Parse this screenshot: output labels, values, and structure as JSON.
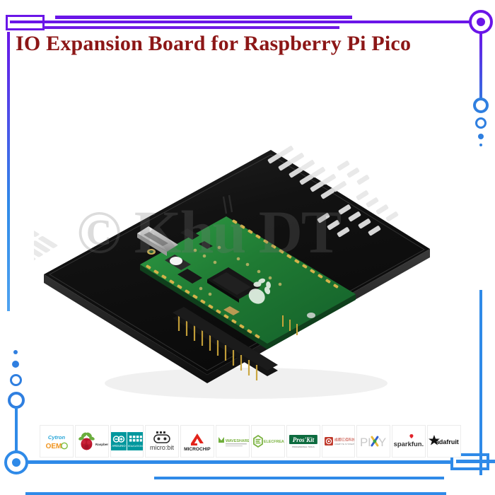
{
  "page": {
    "title": "IO Expansion Board for Raspberry Pi Pico",
    "background_color": "#ffffff"
  },
  "theme": {
    "title_color": "#8c1616",
    "accent_purple": "#6a15e8",
    "accent_blue": "#2f8ae8"
  },
  "product_photo": {
    "alt": "Black IO expansion board with white silkscreen pin labels, with a green Raspberry Pi Pico microcontroller mounted on top via dual header rows, shown at an angle on a white background",
    "watermark": "© Khu  DT",
    "board_color": "#111111",
    "pico_color": "#1f7a33"
  },
  "brand_logos": [
    {
      "name": "cytron-oem",
      "label": "Cytron",
      "sub": "OEM"
    },
    {
      "name": "raspberry-pi",
      "label": "RaspberryPi"
    },
    {
      "name": "arduino",
      "label": "ARDUINO"
    },
    {
      "name": "microbit",
      "label": "micro:bit"
    },
    {
      "name": "microchip",
      "label": "MICROCHIP"
    },
    {
      "name": "waveshare",
      "label": "WAVESHARE"
    },
    {
      "name": "elecfreaks",
      "label": "ELECFREAKS"
    },
    {
      "name": "proskit",
      "label": "Pros'Kit"
    },
    {
      "name": "cdebyte",
      "label": "成都亿佰科技"
    },
    {
      "name": "pixy",
      "label": "PIXY"
    },
    {
      "name": "sparkfun",
      "label": "sparkfun."
    },
    {
      "name": "adafruit",
      "label": "adafruit"
    }
  ],
  "decorations": {
    "top_left_bars": "double-bar-rectangle",
    "top_right_node": "ring-with-dot",
    "right_dots": "descending-circles",
    "bottom_left_node": "ring-with-dot",
    "bottom_right_bars": "double-bar-rectangle"
  }
}
